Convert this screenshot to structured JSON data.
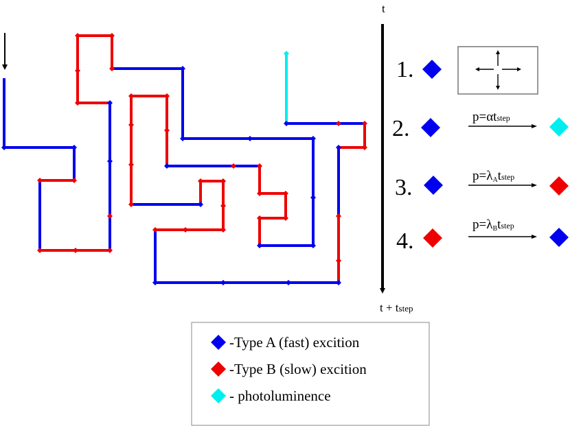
{
  "colors": {
    "type_a": "#0000ee",
    "type_b": "#ee0000",
    "photoluminescence": "#00eeee",
    "axis": "#000000"
  },
  "time_axis": {
    "top_label": "t",
    "bottom_label_main": "t + t",
    "bottom_label_sub": "step"
  },
  "rules": [
    {
      "number": "1.",
      "from": "type_a",
      "to": null,
      "diffusion_icon": "four-direction-arrows-icon"
    },
    {
      "number": "2.",
      "from": "type_a",
      "to": "photoluminescence",
      "prob_main": "p=αt",
      "prob_sub": "step",
      "prob_sub2": "",
      "prob_tail": ""
    },
    {
      "number": "3.",
      "from": "type_a",
      "to": "type_b",
      "prob_main": "p=λ",
      "prob_sub": "A",
      "prob_tail": "t",
      "prob_sub2": "step"
    },
    {
      "number": "4.",
      "from": "type_b",
      "to": "type_a",
      "prob_main": "p=λ",
      "prob_sub": "B",
      "prob_tail": "t",
      "prob_sub2": "step"
    }
  ],
  "legend": [
    {
      "color": "type_a",
      "text": "-Type A (fast) excition"
    },
    {
      "color": "type_b",
      "text": "-Type B (slow) excition"
    },
    {
      "color": "photoluminescence",
      "text": "- photoluminence"
    }
  ]
}
